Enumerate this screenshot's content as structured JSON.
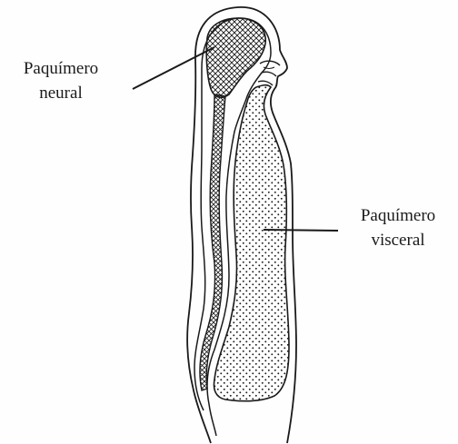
{
  "labels": {
    "neural": {
      "line1": "Paquímero",
      "line2": "neural"
    },
    "visceral": {
      "line1": "Paquímero",
      "line2": "visceral"
    }
  },
  "colors": {
    "ink": "#1a1a1a",
    "background": "#ffffff"
  }
}
